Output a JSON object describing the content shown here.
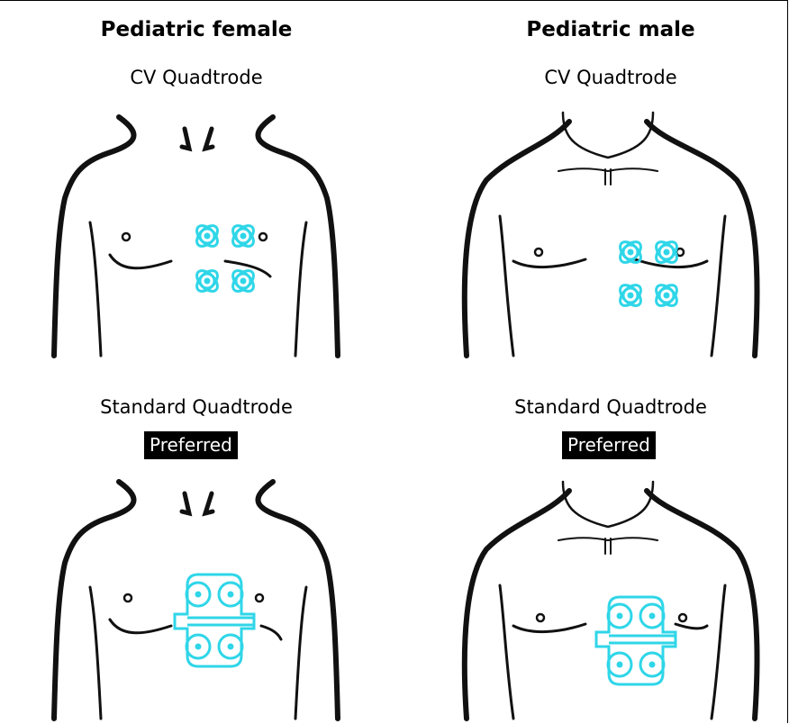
{
  "columns": [
    {
      "title": "Pediatric female",
      "top_label": "CV Quadtrode",
      "bottom_label": "Standard Quadtrode",
      "badge": "Preferred"
    },
    {
      "title": "Pediatric male",
      "top_label": "CV Quadtrode",
      "bottom_label": "Standard Quadtrode",
      "badge": "Preferred"
    }
  ],
  "colors": {
    "electrode": "#2fd6e8",
    "body_outline": "#111111",
    "badge_bg": "#000000"
  },
  "icons": [
    "torso-outline",
    "cv-quadtrode-electrode",
    "standard-quadtrode-electrode"
  ]
}
